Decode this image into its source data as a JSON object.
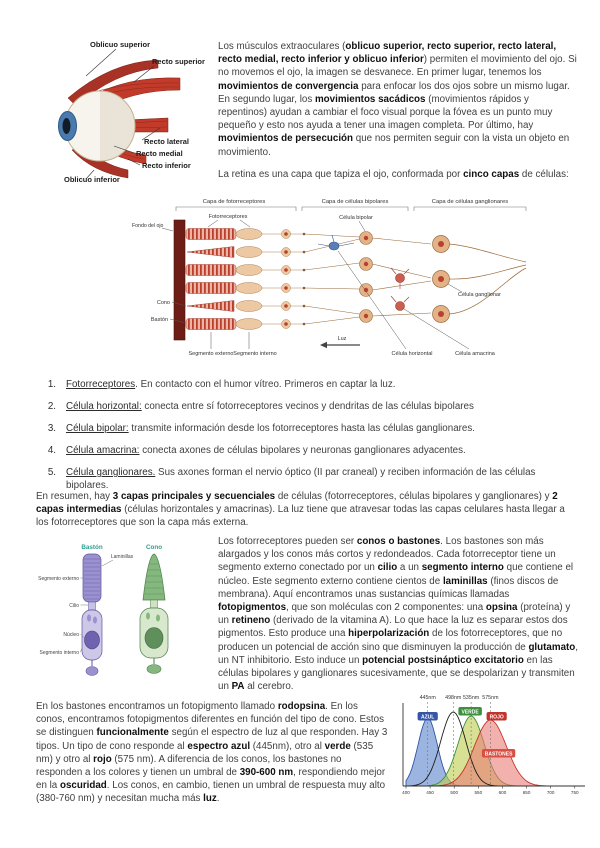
{
  "eye_figure": {
    "labels": {
      "oblicuo_superior": "Oblicuo superior",
      "recto_superior": "Recto superior",
      "recto_lateral": "Recto lateral",
      "recto_medial": "Recto medial",
      "recto_inferior": "Recto inferior",
      "oblicuo_inferior": "Oblicuo inferior"
    }
  },
  "intro": {
    "p1": [
      {
        "t": "Los músculos extraoculares ("
      },
      {
        "t": "oblicuo superior, recto superior, recto lateral, recto medial, recto inferior y oblicuo inferior",
        "b": true
      },
      {
        "t": ") permiten el movimiento del ojo. Si no movemos el ojo, la imagen se desvanece. En primer lugar, tenemos los "
      },
      {
        "t": "movimientos de convergencia",
        "b": true
      },
      {
        "t": " para enfocar los dos ojos sobre un mismo lugar. En segundo lugar, los "
      },
      {
        "t": "movimientos sacádicos",
        "b": true
      },
      {
        "t": " (movimientos rápidos y repentinos) ayudan a cambiar el foco visual porque la fóvea es un punto muy pequeño y esto nos ayuda a tener una imagen completa. Por último, hay "
      },
      {
        "t": "movimientos de persecución",
        "b": true
      },
      {
        "t": " que nos permiten seguir con la vista un objeto en movimiento."
      }
    ],
    "p2": [
      {
        "t": "La retina es una capa que tapiza el ojo, conformada por "
      },
      {
        "t": "cinco capas",
        "b": true
      },
      {
        "t": " de células:"
      }
    ]
  },
  "retina_figure": {
    "headers": [
      "Capa de fotorreceptores",
      "Capa de células bipolares",
      "Capa de células ganglionares"
    ],
    "labels": {
      "fondo_del_ojo": "Fondo del ojo",
      "fotorreceptores": "Fotorreceptores",
      "celula_bipolar": "Célula bipolar",
      "celula_ganglionar": "Célula ganglionar",
      "cono": "Cono",
      "baston": "Bastón",
      "segmento_externo": "Segmento externo",
      "segmento_interno": "Segmento interno",
      "luz": "Luz",
      "celula_horizontal": "Célula horizontal",
      "celula_amacrina": "Célula amacrina"
    }
  },
  "list": {
    "items": [
      {
        "num": "1.",
        "lead": "Fotorreceptores",
        "rest": ". En contacto con el humor vítreo. Primeros en captar la luz."
      },
      {
        "num": "2.",
        "lead": "Célula horizontal:",
        "rest": " conecta entre sí fotorreceptores vecinos y dendritas de las células bipolares"
      },
      {
        "num": "3.",
        "lead": "Célula bipolar:",
        "rest": " transmite información desde los fotorreceptores hasta las células ganglionares."
      },
      {
        "num": "4.",
        "lead": "Célula amacrina:",
        "rest": " conecta axones de células bipolares y neuronas ganglionares adyacentes."
      },
      {
        "num": "5.",
        "lead": "Célula ganglionares.",
        "rest": " Sus axones forman el nervio óptico (II par craneal) y reciben información de las células bipolares."
      }
    ]
  },
  "summary": [
    {
      "t": "En resumen, hay "
    },
    {
      "t": "3 capas principales y secuenciales",
      "b": true
    },
    {
      "t": " de células (fotorreceptores, células bipolares y ganglionares) y "
    },
    {
      "t": "2 capas intermedias",
      "b": true
    },
    {
      "t": " (células horizontales y amacrinas). La luz tiene que atravesar todas las capas celulares hasta llegar a los fotorreceptores que son la capa más externa."
    }
  ],
  "rodcone_figure": {
    "baston": "Bastón",
    "cono": "Cono",
    "laminillas": "Laminillas",
    "segmento_externo": "Segmento externo",
    "cilio": "Cilio",
    "nucleo": "Núcleo",
    "segmento_interno": "Segmento interno"
  },
  "photoreceptor_text": [
    {
      "t": "Los fotorreceptores pueden ser "
    },
    {
      "t": "conos o bastones",
      "b": true
    },
    {
      "t": ". Los bastones son más alargados y los conos más cortos y redondeados. Cada fotorreceptor tiene un segmento externo conectado por un "
    },
    {
      "t": "cilio",
      "b": true
    },
    {
      "t": " a un "
    },
    {
      "t": "segmento interno",
      "b": true
    },
    {
      "t": " que contiene el núcleo. Este segmento externo contiene cientos de "
    },
    {
      "t": "laminillas",
      "b": true
    },
    {
      "t": " (finos discos de membrana). Aquí encontramos unas sustancias químicas llamadas "
    },
    {
      "t": "fotopigmentos",
      "b": true
    },
    {
      "t": ", que son moléculas con 2 componentes: una "
    },
    {
      "t": "opsina",
      "b": true
    },
    {
      "t": " (proteína) y un "
    },
    {
      "t": "retineno",
      "b": true
    },
    {
      "t": " (derivado de la vitamina A). Lo que hace la luz es separar estos dos pigmentos. Esto produce una "
    },
    {
      "t": "hiperpolarización",
      "b": true
    },
    {
      "t": " de los fotorreceptores, que no producen un potencial de acción sino que disminuyen la producción de "
    },
    {
      "t": "glutamato",
      "b": true
    },
    {
      "t": ", un NT inhibitorio. Esto induce un "
    },
    {
      "t": "potencial postsináptico excitatorio",
      "b": true
    },
    {
      "t": " en las células bipolares y ganglionares sucesivamente, que se despolarizan y transmiten un "
    },
    {
      "t": "PA",
      "b": true
    },
    {
      "t": " al cerebro."
    }
  ],
  "bottom_text": [
    {
      "t": "En los bastones encontramos un fotopigmento llamado "
    },
    {
      "t": "rodopsina",
      "b": true
    },
    {
      "t": ". En los conos, encontramos fotopigmentos diferentes en función del tipo de cono. Estos se distinguen "
    },
    {
      "t": "funcionalmente",
      "b": true
    },
    {
      "t": " según el espectro de luz al que responden. Hay 3 tipos. Un tipo de cono responde al "
    },
    {
      "t": "espectro azul",
      "b": true
    },
    {
      "t": " (445nm), otro al "
    },
    {
      "t": "verde",
      "b": true
    },
    {
      "t": " (535 nm) y otro al "
    },
    {
      "t": "rojo",
      "b": true
    },
    {
      "t": " (575 nm). A diferencia de los conos, los bastones no responden a los colores y tienen un umbral de "
    },
    {
      "t": "390-600 nm",
      "b": true
    },
    {
      "t": ", respondiendo mejor en la "
    },
    {
      "t": "oscuridad",
      "b": true
    },
    {
      "t": ". Los conos, en cambio, tienen un umbral de respuesta muy alto (380-760 nm) y necesitan mucha más "
    },
    {
      "t": "luz",
      "b": true
    },
    {
      "t": "."
    }
  ],
  "chart_data": {
    "type": "area",
    "title": "",
    "xlabel": "",
    "ylabel": "",
    "xlim": [
      400,
      765
    ],
    "grid": false,
    "peak_labels": [
      "445nm",
      "498nm",
      "535nm",
      "575nm"
    ],
    "x_ticks": [
      400,
      450,
      500,
      550,
      600,
      650,
      700,
      750
    ],
    "series": [
      {
        "name": "AZUL",
        "peak_nm": 445,
        "sigma": 20,
        "height": 68,
        "color": "#2f55a4",
        "fill": "rgba(95,135,205,0.62)",
        "badge_bg": "#3555a8",
        "badge_nm": 445,
        "badge_y": 27
      },
      {
        "name": "VERDE",
        "peak_nm": 535,
        "sigma": 27,
        "height": 70,
        "color": "#3e8f3e",
        "fill": "rgba(190,205,80,0.62)",
        "badge_bg": "#3e8f3e",
        "badge_nm": 533,
        "badge_y": 22
      },
      {
        "name": "ROJO",
        "peak_nm": 575,
        "sigma": 33,
        "height": 66,
        "color": "#c2342e",
        "fill": "rgba(235,120,115,0.58)",
        "badge_bg": "#c2342e",
        "badge_nm": 588,
        "badge_y": 27
      },
      {
        "name": "BASTONES",
        "peak_nm": 498,
        "sigma": 26,
        "height": 74,
        "color": "#1c1c1c",
        "fill": "none",
        "badge_bg": "#d94f43",
        "badge_nm": 592,
        "badge_y": 64
      }
    ]
  }
}
